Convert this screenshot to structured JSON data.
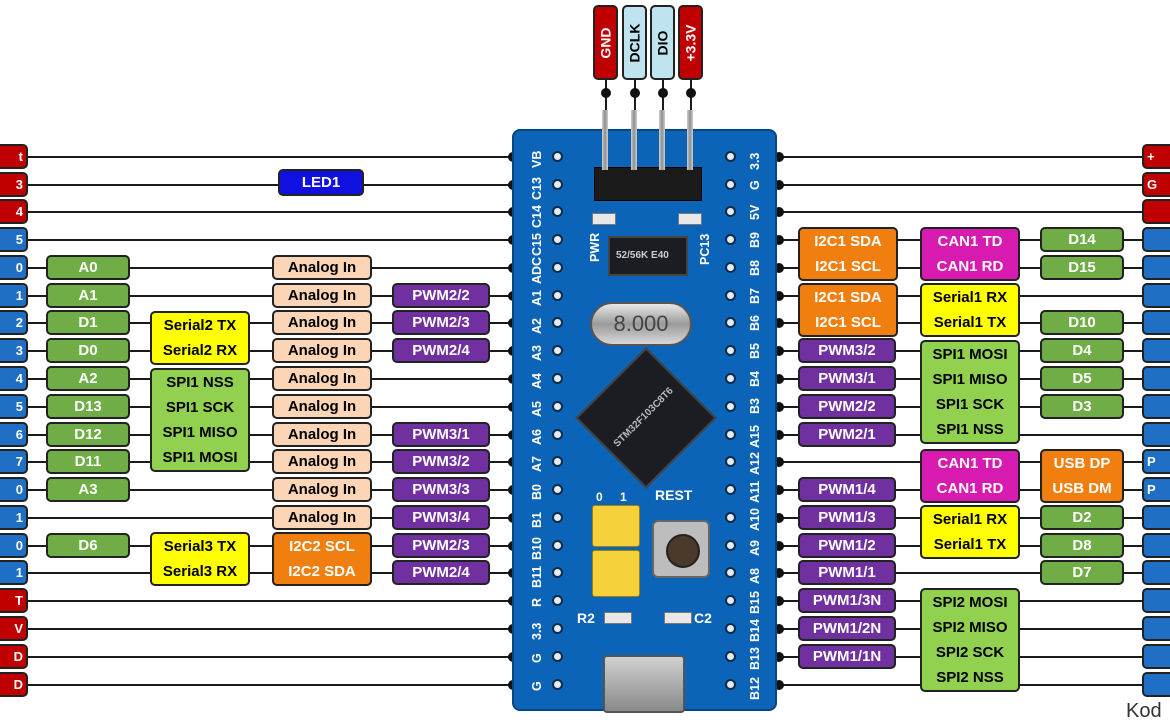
{
  "header_pins": [
    {
      "label": "GND",
      "color": "#c00000",
      "text": "#ffffff"
    },
    {
      "label": "DCLK",
      "color": "#bfe3ef",
      "text": "#000000"
    },
    {
      "label": "DIO",
      "color": "#bfe3ef",
      "text": "#000000"
    },
    {
      "label": "+3.3V",
      "color": "#c00000",
      "text": "#ffffff"
    }
  ],
  "led_label": "LED1",
  "left_edge": [
    "t",
    "3",
    "4",
    "5",
    "0",
    "1",
    "2",
    "3",
    "4",
    "5",
    "6",
    "7",
    "0",
    "1",
    "0",
    "1",
    "T",
    "V",
    "D",
    "D"
  ],
  "right_edge": [
    "+",
    "G",
    "",
    "",
    "",
    "",
    "",
    "",
    "",
    "",
    "",
    "P",
    "P",
    "",
    "",
    "",
    "",
    "",
    "",
    ""
  ],
  "left_col1": {
    "A0": "A0",
    "A1": "A1",
    "D1": "D1",
    "D0": "D0",
    "A2": "A2",
    "D13": "D13",
    "D12": "D12",
    "D11": "D11",
    "A3": "A3",
    "D6": "D6"
  },
  "left_col2": {
    "serial2": [
      "Serial2 TX",
      "Serial2 RX"
    ],
    "spi1": [
      "SPI1 NSS",
      "SPI1 SCK",
      "SPI1 MISO",
      "SPI1 MOSI"
    ],
    "serial3": [
      "Serial3 TX",
      "Serial3 RX"
    ]
  },
  "analog": [
    "Analog In",
    "Analog In",
    "Analog In",
    "Analog In",
    "Analog In",
    "Analog In",
    "Analog In",
    "Analog In",
    "Analog In",
    "Analog In"
  ],
  "i2c2": [
    "I2C2 SCL",
    "I2C2 SDA"
  ],
  "left_pwm": [
    "PWM2/2",
    "PWM2/3",
    "PWM2/4",
    "PWM3/1",
    "PWM3/2",
    "PWM3/3",
    "PWM3/4",
    "PWM2/3",
    "PWM2/4"
  ],
  "right_pwm": [
    "PWM3/2",
    "PWM3/1",
    "PWM2/2",
    "PWM2/1",
    "PWM1/4",
    "PWM1/3",
    "PWM1/2",
    "PWM1/1",
    "PWM1/3N",
    "PWM1/2N",
    "PWM1/1N"
  ],
  "i2c1_a": [
    "I2C1 SDA",
    "I2C1 SCL"
  ],
  "i2c1_b": [
    "I2C1 SDA",
    "I2C1 SCL"
  ],
  "can1_a": [
    "CAN1 TD",
    "CAN1 RD"
  ],
  "can1_b": [
    "CAN1 TD",
    "CAN1 RD"
  ],
  "serial1_a": [
    "Serial1 RX",
    "Serial1 TX"
  ],
  "serial1_b": [
    "Serial1 RX",
    "Serial1 TX"
  ],
  "spi1_right": [
    "SPI1 MOSI",
    "SPI1 MISO",
    "SPI1 SCK",
    "SPI1 NSS"
  ],
  "spi2": [
    "SPI2 MOSI",
    "SPI2 MISO",
    "SPI2 SCK",
    "SPI2 NSS"
  ],
  "usb": [
    "USB DP",
    "USB DM"
  ],
  "right_digital": [
    "D14",
    "D15",
    "D10",
    "D4",
    "D5",
    "D3",
    "D2",
    "D8",
    "D7"
  ],
  "board": {
    "left_silk": [
      "VB",
      "C13",
      "C14",
      "C15",
      "ADC",
      "A1",
      "A2",
      "A3",
      "A4",
      "A5",
      "A6",
      "A7",
      "B0",
      "B1",
      "B10",
      "B11",
      "R",
      "3.3",
      "G",
      "G"
    ],
    "right_silk": [
      "3.3",
      "G",
      "5V",
      "B9",
      "B8",
      "B7",
      "B6",
      "B5",
      "B4",
      "B3",
      "A15",
      "A12",
      "A11",
      "A10",
      "A9",
      "A8",
      "B15",
      "B14",
      "B13",
      "B12"
    ],
    "pwr": "PWR",
    "pc13": "PC13",
    "rest": "REST",
    "r2": "R2",
    "c2": "C2",
    "crystal": "8.000",
    "chip_text": "STM32F103C8T6",
    "small_chip": "52/56K E40",
    "jumper_labels": [
      "0",
      "1"
    ]
  },
  "watermark": "Kod"
}
